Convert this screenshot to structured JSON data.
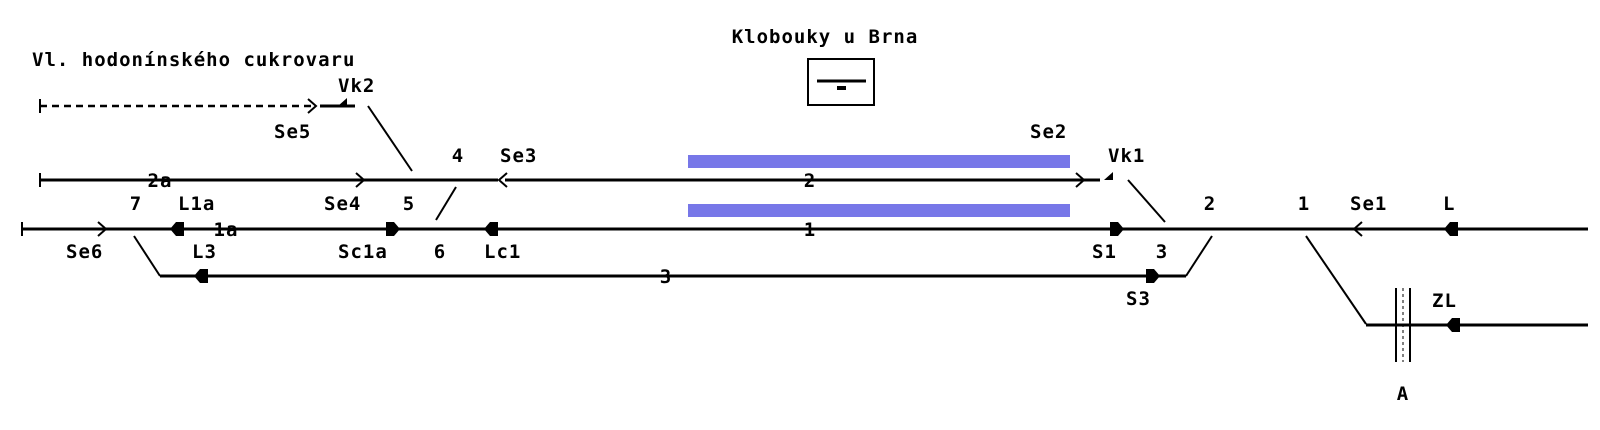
{
  "station_name": "Klobouky u Brna",
  "siding_name": "Vl. hodonínského cukrovaru",
  "tracks": {
    "t1": "1",
    "t1a": "1a",
    "t2": "2",
    "t2a": "2a",
    "t3": "3"
  },
  "switches": {
    "sw1": "1",
    "sw2": "2",
    "sw3": "3",
    "sw4": "4",
    "sw5": "5",
    "sw6": "6",
    "sw7": "7"
  },
  "signals": {
    "Se1": "Se1",
    "Se2": "Se2",
    "Se3": "Se3",
    "Se4": "Se4",
    "Se5": "Se5",
    "Se6": "Se6",
    "S1": "S1",
    "S3": "S3",
    "L": "L",
    "ZL": "ZL",
    "L1a": "L1a",
    "L3": "L3",
    "Lc1": "Lc1",
    "Sc1a": "Sc1a"
  },
  "derails": {
    "Vk1": "Vk1",
    "Vk2": "Vk2"
  },
  "crossing": "A",
  "colors": {
    "line": "#000000",
    "platform": "#4a4ae0",
    "background": "#ffffff"
  },
  "icons": {
    "station_symbol": "station-building-icon",
    "signal_main": "signal-main-icon",
    "signal_shunt": "signal-shunt-icon",
    "derail": "derail-icon"
  }
}
